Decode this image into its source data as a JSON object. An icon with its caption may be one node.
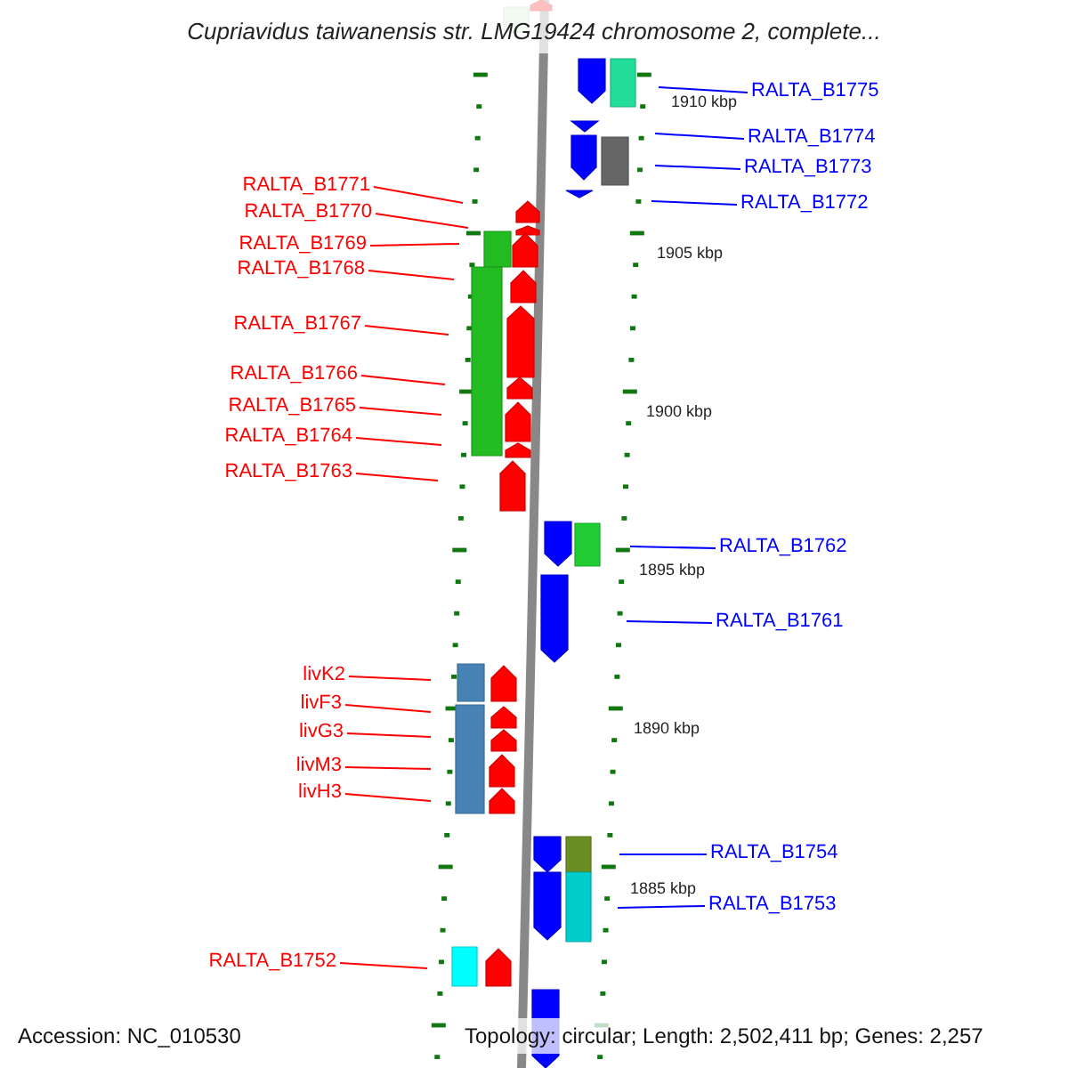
{
  "diagram": {
    "title": "Cupriavidus taiwanensis str. LMG19424 chromosome 2, complete...",
    "nodes": [
      {
        "text": [
          "RALTA_B1775"
        ]
      },
      {
        "text": [
          "RALTA_B1774"
        ]
      },
      {
        "text": [
          "RALTA_B1773"
        ]
      },
      {
        "text": [
          "RALTA_B1771"
        ]
      },
      {
        "text": [
          "RALTA_B1772"
        ]
      },
      {
        "text": [
          "RALTA_B1770"
        ]
      },
      {
        "text": [
          "RALTA_B1769"
        ]
      },
      {
        "text": [
          "RALTA_B1768"
        ]
      },
      {
        "text": [
          "RALTA_B1767"
        ]
      },
      {
        "text": [
          "RALTA_B1766"
        ]
      },
      {
        "text": [
          "RALTA_B1765"
        ]
      },
      {
        "text": [
          "RALTA_B1764"
        ]
      },
      {
        "text": [
          "RALTA_B1763"
        ]
      },
      {
        "text": [
          "RALTA_B1762"
        ]
      },
      {
        "text": [
          "RALTA_B1761"
        ]
      },
      {
        "text": [
          "livK2"
        ]
      },
      {
        "text": [
          "livF3"
        ]
      },
      {
        "text": [
          "livG3"
        ]
      },
      {
        "text": [
          "livM3"
        ]
      },
      {
        "text": [
          "livH3"
        ]
      },
      {
        "text": [
          "RALTA_B1754"
        ]
      },
      {
        "text": [
          "RALTA_B1753"
        ]
      },
      {
        "text": [
          "RALTA_B1752"
        ]
      }
    ],
    "edges": [
      {
        "from": 0,
        "to": null,
        "arrow": "none",
        "color": "#0000ff"
      },
      {
        "from": 1,
        "to": null,
        "arrow": "none",
        "color": "#0000ff"
      },
      {
        "from": 2,
        "to": null,
        "arrow": "none",
        "color": "#0000ff"
      },
      {
        "from": 3,
        "to": null,
        "arrow": "none"
      },
      {
        "from": 4,
        "to": null,
        "arrow": "none",
        "color": "#0000ff"
      },
      {
        "from": 5,
        "to": null,
        "arrow": "none"
      },
      {
        "from": 6,
        "to": null,
        "arrow": "none"
      },
      {
        "from": 7,
        "to": null,
        "arrow": "none"
      },
      {
        "from": 8,
        "to": null,
        "arrow": "none"
      },
      {
        "from": 9,
        "to": null,
        "arrow": "none"
      },
      {
        "from": 10,
        "to": null,
        "arrow": "none"
      },
      {
        "from": 11,
        "to": null,
        "arrow": "none"
      },
      {
        "from": 12,
        "to": null,
        "arrow": "none"
      },
      {
        "from": 13,
        "to": null,
        "arrow": "none",
        "color": "#0000ff"
      },
      {
        "from": 14,
        "to": null,
        "arrow": "none",
        "color": "#0000ff"
      },
      {
        "from": 15,
        "to": null,
        "arrow": "none"
      },
      {
        "from": 16,
        "to": null,
        "arrow": "none"
      },
      {
        "from": 17,
        "to": null,
        "arrow": "none"
      },
      {
        "from": 18,
        "to": null,
        "arrow": "none"
      },
      {
        "from": 19,
        "to": null,
        "arrow": "none"
      },
      {
        "from": 20,
        "to": null,
        "arrow": "none",
        "color": "#0000ff"
      },
      {
        "from": 21,
        "to": null,
        "arrow": "none",
        "color": "#0000ff"
      },
      {
        "from": 22,
        "to": null,
        "arrow": "none"
      }
    ],
    "labels": [
      "1910 kbp",
      "1905 kbp",
      "1900 kbp",
      "1895 kbp",
      "1890 kbp",
      "1885 kbp",
      "Accession: NC_010530",
      "Topology: circular; Length: 2,502,411 bp; Genes: 2,257"
    ]
  }
}
